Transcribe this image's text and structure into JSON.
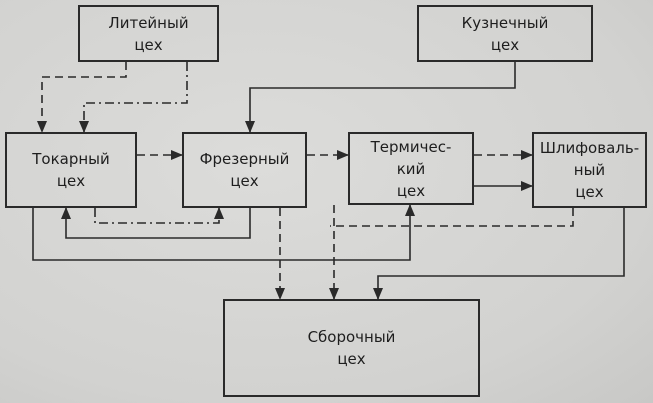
{
  "nodes": {
    "liteyny": "Литейный\nцех",
    "kuznechny": "Кузнечный\nцех",
    "tokarny": "Токарный\nцех",
    "frezerny": "Фрезерный\nцех",
    "termichesky": "Термичес-\nкий\nцех",
    "shlifovalny": "Шлифоваль-\nный\nцех",
    "sborochny": "Сборочный\nцех"
  }
}
